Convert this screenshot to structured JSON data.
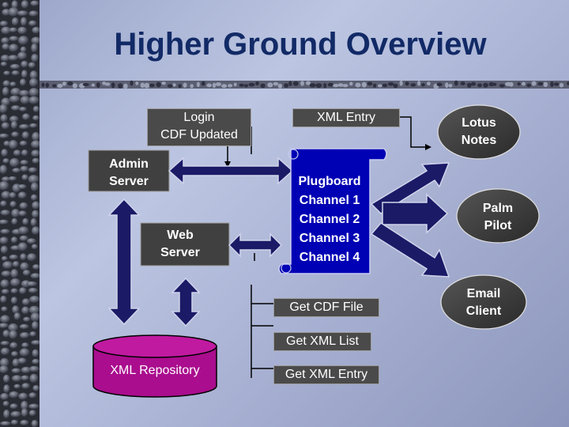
{
  "slide": {
    "title": "Higher Ground Overview"
  },
  "nodes": {
    "login_line1": "Login",
    "login_line2": "CDF Updated",
    "xml_entry": "XML Entry",
    "admin_line1": "Admin",
    "admin_line2": "Server",
    "web_line1": "Web",
    "web_line2": "Server",
    "plugboard": [
      "Plugboard",
      "Channel 1",
      "Channel 2",
      "Channel 3",
      "Channel 4"
    ],
    "get_cdf_file": "Get CDF File",
    "get_xml_list": "Get XML List",
    "get_xml_entry": "Get XML Entry",
    "xml_repository": "XML Repository",
    "lotus_line1": "Lotus",
    "lotus_line2": "Notes",
    "palm_line1": "Palm",
    "palm_line2": "Pilot",
    "email_line1": "Email",
    "email_line2": "Client"
  },
  "colors": {
    "title": "#122a66",
    "node_fill": "#3c3c3c",
    "plugboard_fill": "#0000b4",
    "arrow_fill": "#1e1e64"
  }
}
